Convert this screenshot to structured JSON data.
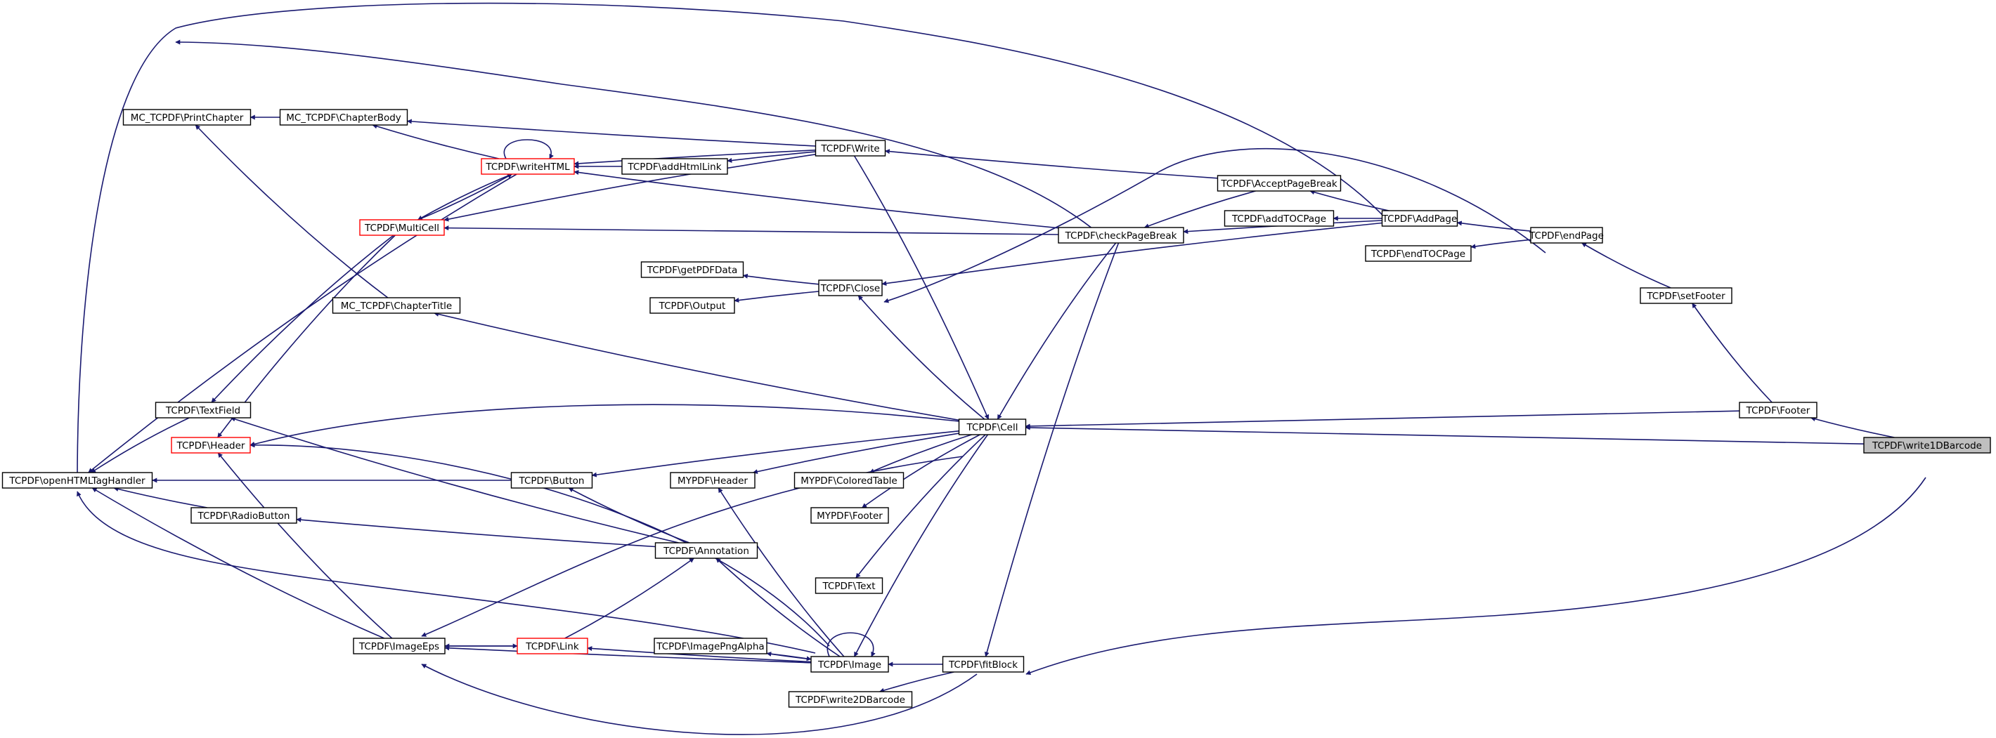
{
  "diagram": {
    "nodes": [
      {
        "id": "printchapter",
        "label": "MC_TCPDF\\PrintChapter"
      },
      {
        "id": "chapterbody",
        "label": "MC_TCPDF\\ChapterBody"
      },
      {
        "id": "writehtml",
        "label": "TCPDF\\writeHTML",
        "style": "red"
      },
      {
        "id": "addhtmllink",
        "label": "TCPDF\\addHtmlLink"
      },
      {
        "id": "write",
        "label": "TCPDF\\Write"
      },
      {
        "id": "multicell",
        "label": "TCPDF\\MultiCell",
        "style": "red"
      },
      {
        "id": "acceptpagebreak",
        "label": "TCPDF\\AcceptPageBreak"
      },
      {
        "id": "addtocpage",
        "label": "TCPDF\\addTOCPage"
      },
      {
        "id": "addpage",
        "label": "TCPDF\\AddPage"
      },
      {
        "id": "endpage",
        "label": "TCPDF\\endPage"
      },
      {
        "id": "endtocpage",
        "label": "TCPDF\\endTOCPage"
      },
      {
        "id": "checkpagebreak",
        "label": "TCPDF\\checkPageBreak"
      },
      {
        "id": "getpdfdata",
        "label": "TCPDF\\getPDFData"
      },
      {
        "id": "close",
        "label": "TCPDF\\Close"
      },
      {
        "id": "output",
        "label": "TCPDF\\Output"
      },
      {
        "id": "setfooter",
        "label": "TCPDF\\setFooter"
      },
      {
        "id": "chaptertitle",
        "label": "MC_TCPDF\\ChapterTitle"
      },
      {
        "id": "textfield",
        "label": "TCPDF\\TextField"
      },
      {
        "id": "footer",
        "label": "TCPDF\\Footer"
      },
      {
        "id": "header",
        "label": "TCPDF\\Header",
        "style": "red"
      },
      {
        "id": "cell",
        "label": "TCPDF\\Cell"
      },
      {
        "id": "write1dbarcode",
        "label": "TCPDF\\write1DBarcode",
        "style": "gray"
      },
      {
        "id": "openhtmltaghandler",
        "label": "TCPDF\\openHTMLTagHandler"
      },
      {
        "id": "button",
        "label": "TCPDF\\Button"
      },
      {
        "id": "myheader",
        "label": "MYPDF\\Header"
      },
      {
        "id": "coloredtable",
        "label": "MYPDF\\ColoredTable"
      },
      {
        "id": "radiobutton",
        "label": "TCPDF\\RadioButton"
      },
      {
        "id": "myfooter",
        "label": "MYPDF\\Footer"
      },
      {
        "id": "annotation",
        "label": "TCPDF\\Annotation"
      },
      {
        "id": "text",
        "label": "TCPDF\\Text"
      },
      {
        "id": "imageeps",
        "label": "TCPDF\\ImageEps"
      },
      {
        "id": "link",
        "label": "TCPDF\\Link",
        "style": "red"
      },
      {
        "id": "imagepngalpha",
        "label": "TCPDF\\ImagePngAlpha"
      },
      {
        "id": "image",
        "label": "TCPDF\\Image"
      },
      {
        "id": "fitblock",
        "label": "TCPDF\\fitBlock"
      },
      {
        "id": "write2dbarcode",
        "label": "TCPDF\\write2DBarcode"
      }
    ],
    "edges": [
      {
        "from": "write1dbarcode",
        "to": "cell"
      },
      {
        "from": "write1dbarcode",
        "to": "footer"
      },
      {
        "from": "write1dbarcode",
        "to": "fitblock"
      },
      {
        "from": "footer",
        "to": "cell"
      },
      {
        "from": "footer",
        "to": "setfooter"
      },
      {
        "from": "setfooter",
        "to": "endpage"
      },
      {
        "from": "endpage",
        "to": "addpage"
      },
      {
        "from": "endpage",
        "to": "endtocpage"
      },
      {
        "from": "endpage",
        "to": "close"
      },
      {
        "from": "addpage",
        "to": "addtocpage"
      },
      {
        "from": "addpage",
        "to": "acceptpagebreak"
      },
      {
        "from": "addpage",
        "to": "checkpagebreak"
      },
      {
        "from": "addpage",
        "to": "close"
      },
      {
        "from": "addpage",
        "to": "openhtmltaghandler"
      },
      {
        "from": "acceptpagebreak",
        "to": "write"
      },
      {
        "from": "acceptpagebreak",
        "to": "checkpagebreak"
      },
      {
        "from": "checkpagebreak",
        "to": "multicell"
      },
      {
        "from": "checkpagebreak",
        "to": "writehtml"
      },
      {
        "from": "checkpagebreak",
        "to": "cell"
      },
      {
        "from": "checkpagebreak",
        "to": "fitblock"
      },
      {
        "from": "checkpagebreak",
        "to": "openhtmltaghandler"
      },
      {
        "from": "close",
        "to": "getpdfdata"
      },
      {
        "from": "close",
        "to": "output"
      },
      {
        "from": "write",
        "to": "addhtmllink"
      },
      {
        "from": "write",
        "to": "writehtml"
      },
      {
        "from": "write",
        "to": "chapterbody"
      },
      {
        "from": "write",
        "to": "multicell"
      },
      {
        "from": "write",
        "to": "cell"
      },
      {
        "from": "chapterbody",
        "to": "printchapter"
      },
      {
        "from": "addhtmllink",
        "to": "writehtml"
      },
      {
        "from": "writehtml",
        "to": "chapterbody"
      },
      {
        "from": "writehtml",
        "to": "multicell"
      },
      {
        "from": "writehtml",
        "to": "writehtml"
      },
      {
        "from": "writehtml",
        "to": "openhtmltaghandler"
      },
      {
        "from": "multicell",
        "to": "writehtml"
      },
      {
        "from": "multicell",
        "to": "textfield"
      },
      {
        "from": "multicell",
        "to": "header"
      },
      {
        "from": "chaptertitle",
        "to": "printchapter"
      },
      {
        "from": "textfield",
        "to": "openhtmltaghandler"
      },
      {
        "from": "cell",
        "to": "close"
      },
      {
        "from": "cell",
        "to": "chaptertitle"
      },
      {
        "from": "cell",
        "to": "header"
      },
      {
        "from": "cell",
        "to": "button"
      },
      {
        "from": "cell",
        "to": "coloredtable"
      },
      {
        "from": "cell",
        "to": "myfooter"
      },
      {
        "from": "cell",
        "to": "myheader"
      },
      {
        "from": "cell",
        "to": "text"
      },
      {
        "from": "cell",
        "to": "image"
      },
      {
        "from": "cell",
        "to": "imageeps"
      },
      {
        "from": "button",
        "to": "openhtmltaghandler"
      },
      {
        "from": "radiobutton",
        "to": "openhtmltaghandler"
      },
      {
        "from": "annotation",
        "to": "textfield"
      },
      {
        "from": "annotation",
        "to": "button"
      },
      {
        "from": "annotation",
        "to": "radiobutton"
      },
      {
        "from": "link",
        "to": "annotation"
      },
      {
        "from": "image",
        "to": "annotation"
      },
      {
        "from": "image",
        "to": "header"
      },
      {
        "from": "image",
        "to": "myheader"
      },
      {
        "from": "image",
        "to": "image"
      },
      {
        "from": "image",
        "to": "imagepngalpha"
      },
      {
        "from": "image",
        "to": "link"
      },
      {
        "from": "image",
        "to": "imageeps"
      },
      {
        "from": "image",
        "to": "openhtmltaghandler"
      },
      {
        "from": "imagepngalpha",
        "to": "image"
      },
      {
        "from": "imageeps",
        "to": "header"
      },
      {
        "from": "imageeps",
        "to": "openhtmltaghandler"
      },
      {
        "from": "imageeps",
        "to": "link"
      },
      {
        "from": "fitblock",
        "to": "image"
      },
      {
        "from": "fitblock",
        "to": "write2dbarcode"
      },
      {
        "from": "fitblock",
        "to": "imageeps"
      },
      {
        "from": "link",
        "to": "imageeps"
      }
    ]
  }
}
